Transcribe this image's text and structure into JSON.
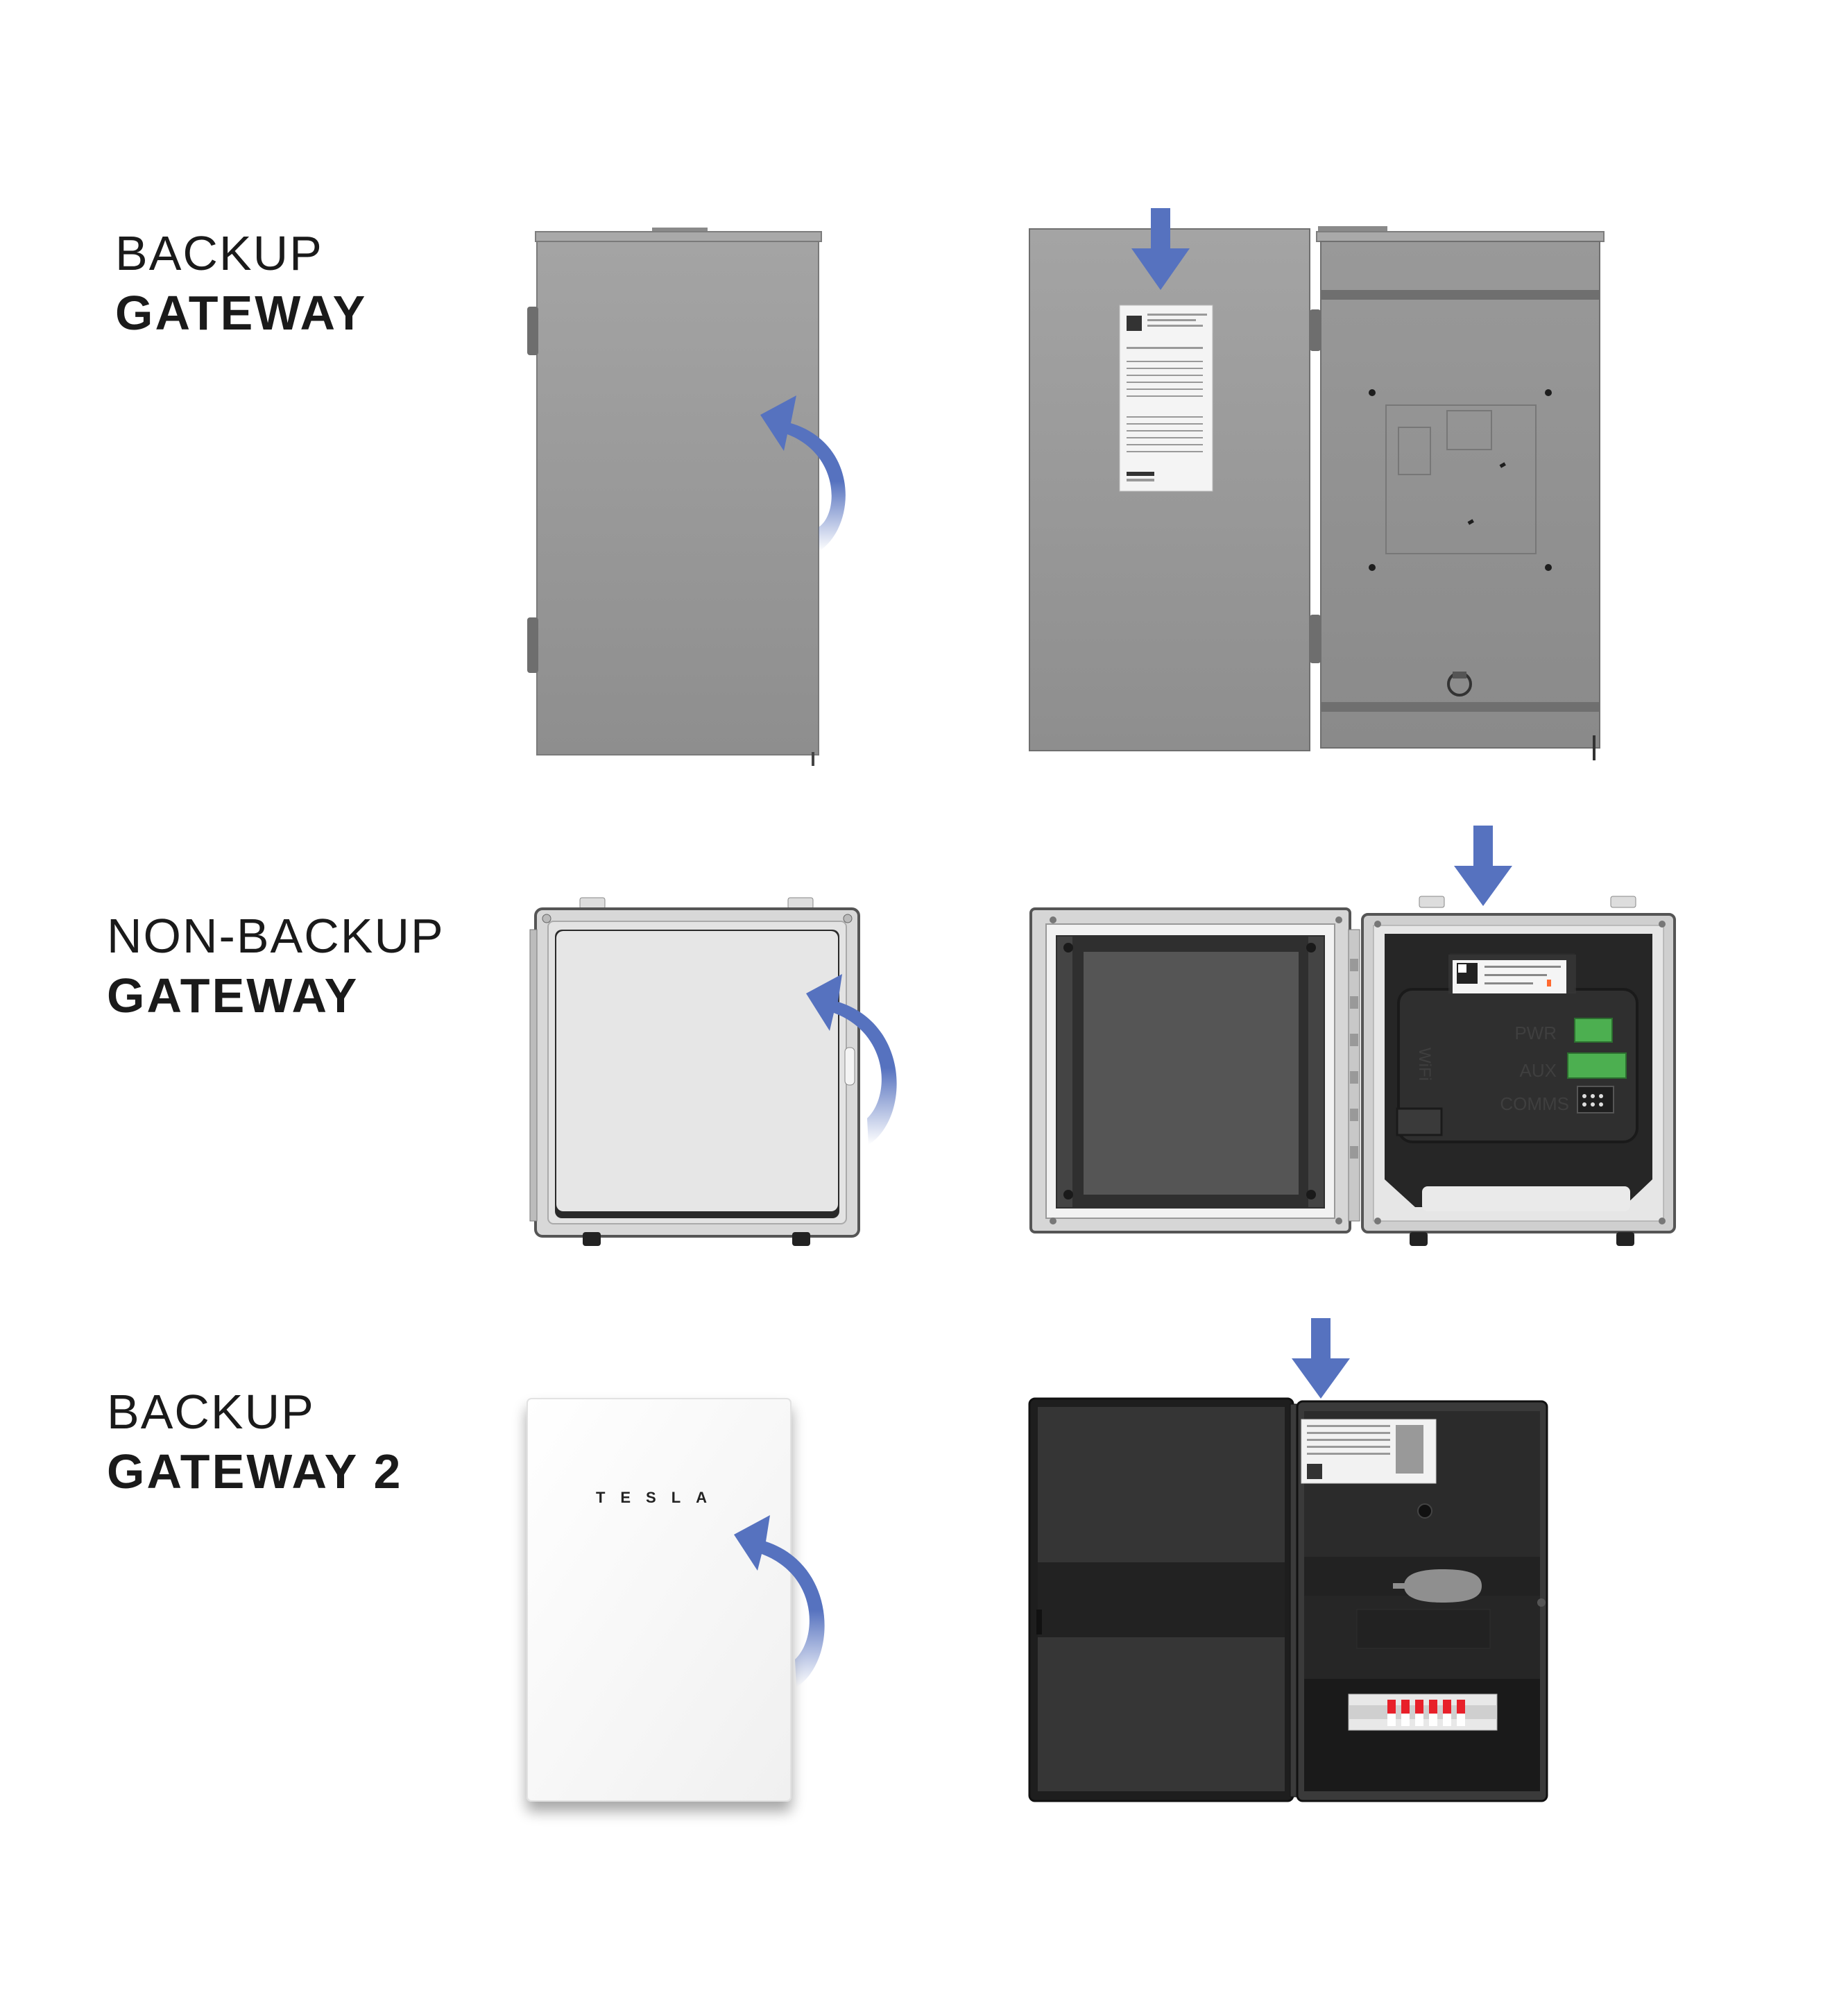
{
  "rows": [
    {
      "title_line1": "BACKUP",
      "title_line2": "GATEWAY"
    },
    {
      "title_line1": "NON-BACKUP",
      "title_line2": "GATEWAY"
    },
    {
      "title_line1": "BACKUP",
      "title_line2": "GATEWAY 2"
    }
  ],
  "labels": {
    "tesla_logo": "TESLA",
    "pwr": "PWR",
    "aux": "AUX",
    "comms": "COMMS",
    "wifi": "WiFi"
  },
  "colors": {
    "arrow_blue": "#5672bf",
    "steel_gray": "#9a9a9a",
    "plastic_white": "#e9e9e9",
    "dark_enclosure": "#2d2d2d",
    "breaker_red": "#e8202a",
    "terminal_green": "#4caf50"
  },
  "icons": [
    "curved-arrow-icon",
    "down-arrow-icon"
  ]
}
